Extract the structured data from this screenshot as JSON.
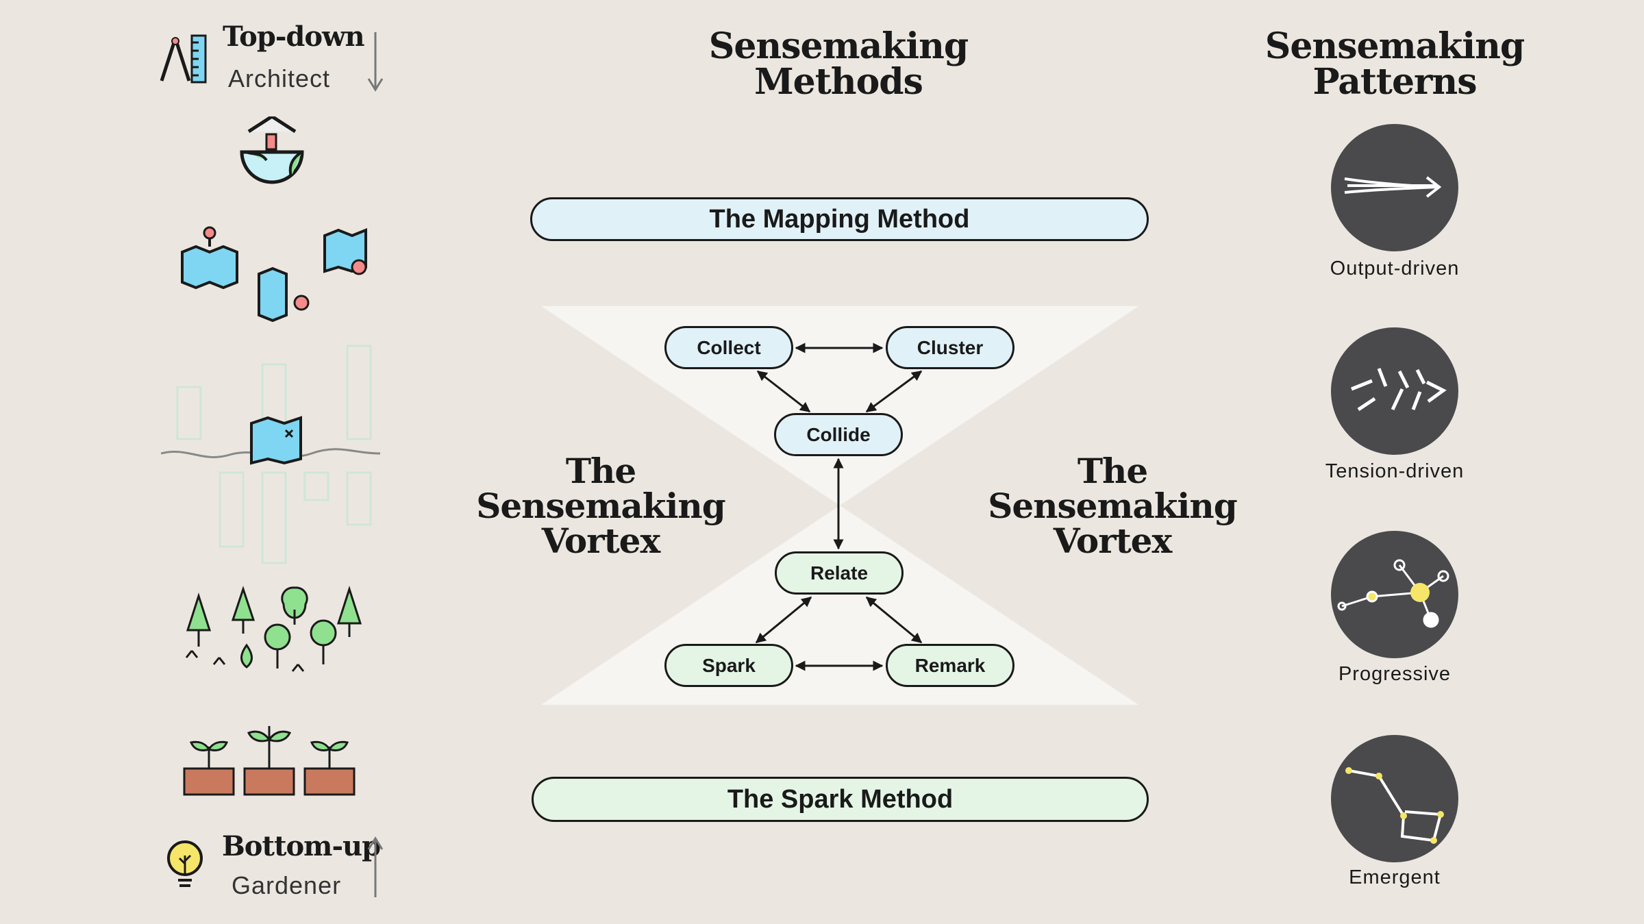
{
  "left": {
    "top_title": "Top-down",
    "top_sub": "Architect",
    "bottom_title": "Bottom-up",
    "bottom_sub": "Gardener"
  },
  "methods": {
    "title_line1": "Sensemaking",
    "title_line2": "Methods",
    "mapping": "The Mapping Method",
    "spark": "The Spark Method"
  },
  "vortex": {
    "line1": "The",
    "line2": "Sensemaking",
    "line3": "Vortex"
  },
  "nodes": {
    "collect": "Collect",
    "cluster": "Cluster",
    "collide": "Collide",
    "relate": "Relate",
    "spark": "Spark",
    "remark": "Remark"
  },
  "patterns": {
    "title_line1": "Sensemaking",
    "title_line2": "Patterns",
    "items": [
      {
        "label": "Output-driven"
      },
      {
        "label": "Tension-driven"
      },
      {
        "label": "Progressive"
      },
      {
        "label": "Emergent"
      }
    ]
  },
  "colors": {
    "blue": "#e0f1f8",
    "green": "#e4f5e6",
    "circle": "#4a4a4d"
  }
}
